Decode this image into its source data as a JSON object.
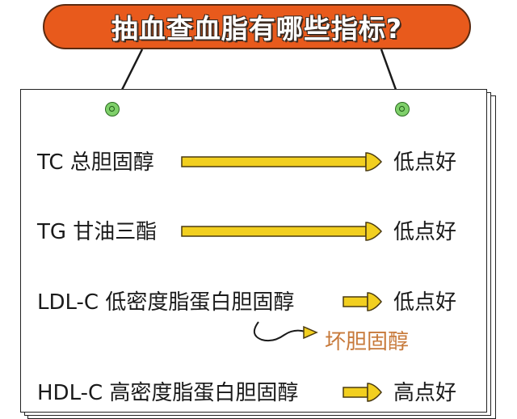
{
  "header": {
    "title": "抽血查血脂有哪些指标?"
  },
  "colors": {
    "title_bg": "#e85a1c",
    "arrow_fill": "#f2cf1f",
    "grommet": "#7fd06a",
    "note_text": "#c7793a"
  },
  "indicators": [
    {
      "code": "TC",
      "name": "总胆固醇",
      "label": "TC 总胆固醇",
      "result": "低点好"
    },
    {
      "code": "TG",
      "name": "甘油三酯",
      "label": "TG 甘油三酯",
      "result": "低点好"
    },
    {
      "code": "LDL-C",
      "name": "低密度脂蛋白胆固醇",
      "label": "LDL-C 低密度脂蛋白胆固醇",
      "result": "低点好",
      "note": "坏胆固醇"
    },
    {
      "code": "HDL-C",
      "name": "高密度脂蛋白胆固醇",
      "label": "HDL-C 高密度脂蛋白胆固醇",
      "result": "高点好"
    }
  ],
  "icons": {
    "left_grommet": "grommet-icon",
    "right_grommet": "grommet-icon",
    "arrow": "arrow-right-icon",
    "curved_arrow": "curved-arrow-icon"
  }
}
